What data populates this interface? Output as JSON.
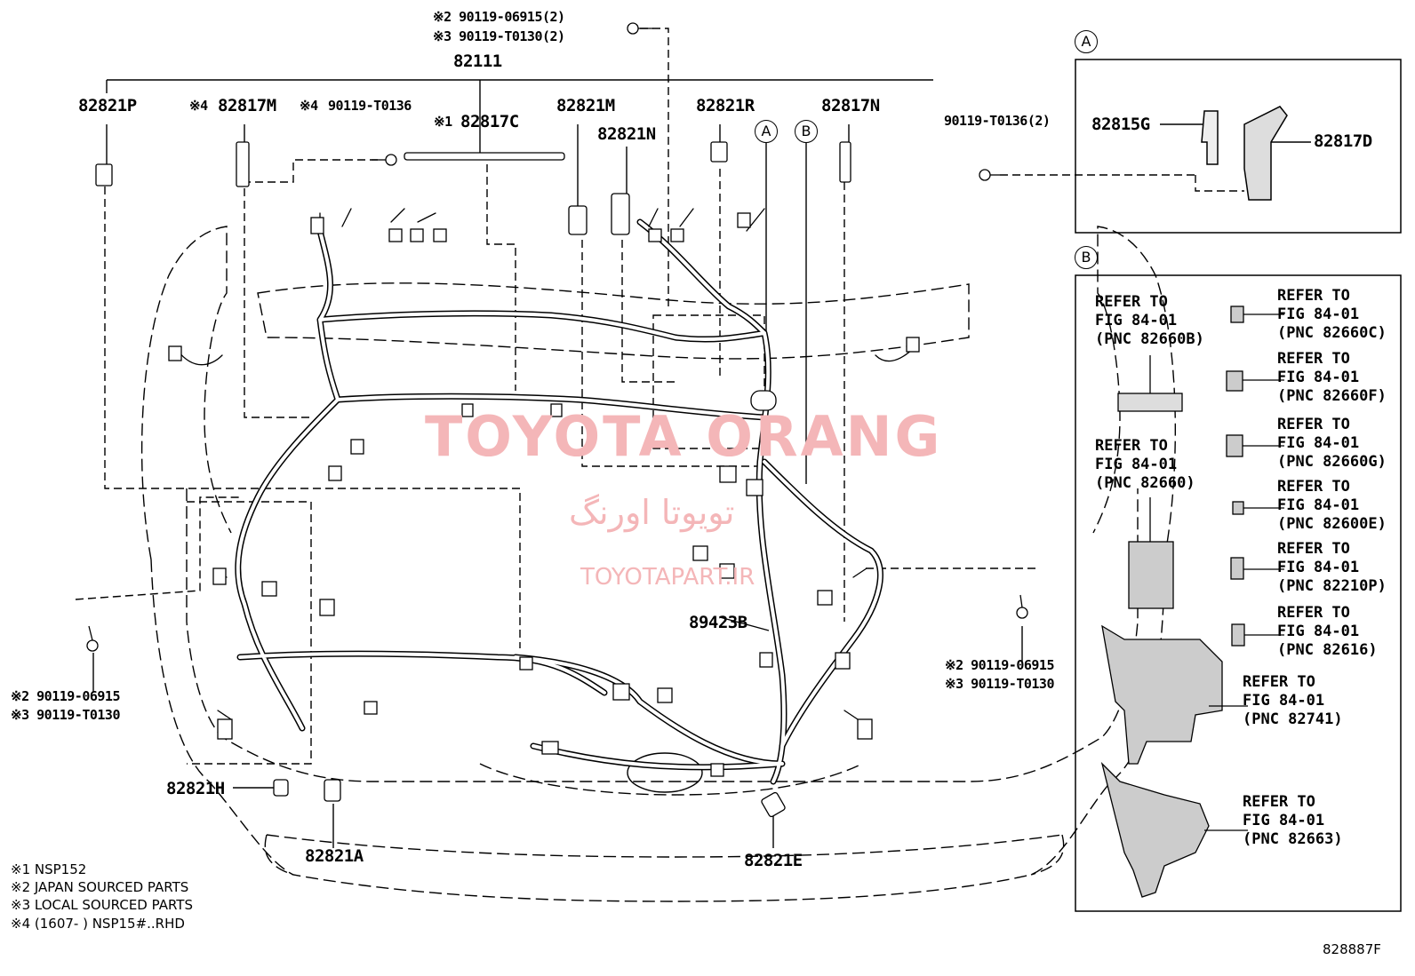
{
  "labels": {
    "p82111": "82111",
    "p82821P": "82821P",
    "p82817M": "82817M",
    "p82817M_mark": "※4",
    "p90119_T0136": "90119-T0136",
    "p90119_T0136_mark": "※4",
    "p82817C": "82817C",
    "p82817C_mark": "※1",
    "p82821M": "82821M",
    "p82821N": "82821N",
    "p82821R": "82821R",
    "p82817N": "82817N",
    "top_bolt_line1": "※2 90119-06915(2)",
    "top_bolt_line2": "※3 90119-T0130(2)",
    "p82821H": "82821H",
    "p82821A": "82821A",
    "p82821E": "82821E",
    "p89423B": "89423B",
    "left_bolt_line1": "※2 90119-06915",
    "left_bolt_line2": "※3 90119-T0130",
    "right_bolt_line1": "※2 90119-06915",
    "right_bolt_line2": "※3 90119-T0130",
    "callout_a": "A",
    "callout_b": "B"
  },
  "inset_a": {
    "tag": "A",
    "bolt": "90119-T0136(2)",
    "p82815G": "82815G",
    "p82817D": "82817D"
  },
  "inset_b": {
    "tag": "B",
    "refs": [
      {
        "line1": "REFER TO",
        "line2": "FIG 84-01",
        "line3": "(PNC 82660B)"
      },
      {
        "line1": "REFER TO",
        "line2": "FIG 84-01",
        "line3": "(PNC 82660)"
      },
      {
        "line1": "REFER TO",
        "line2": "FIG 84-01",
        "line3": "(PNC 82660C)"
      },
      {
        "line1": "REFER TO",
        "line2": "FIG 84-01",
        "line3": "(PNC 82660F)"
      },
      {
        "line1": "REFER TO",
        "line2": "FIG 84-01",
        "line3": "(PNC 82660G)"
      },
      {
        "line1": "REFER TO",
        "line2": "FIG 84-01",
        "line3": "(PNC 82600E)"
      },
      {
        "line1": "REFER TO",
        "line2": "FIG 84-01",
        "line3": "(PNC 82210P)"
      },
      {
        "line1": "REFER TO",
        "line2": "FIG 84-01",
        "line3": "(PNC 82616)"
      },
      {
        "line1": "REFER TO",
        "line2": "FIG 84-01",
        "line3": "(PNC 82741)"
      },
      {
        "line1": "REFER TO",
        "line2": "FIG 84-01",
        "line3": "(PNC 82663)"
      }
    ]
  },
  "notes": [
    "※1 NSP152",
    "※2 JAPAN SOURCED PARTS",
    "※3 LOCAL SOURCED PARTS",
    "※4 (1607-      ) NSP15#..RHD"
  ],
  "figure_id": "828887F",
  "watermark": {
    "brand": "TOYOTA ORANG",
    "persian": "تویوتا اورنگ",
    "site": "TOYOTAPART.IR"
  },
  "colors": {
    "line": "#000000",
    "watermark": "#f4b6b8",
    "harness": "#555555"
  }
}
